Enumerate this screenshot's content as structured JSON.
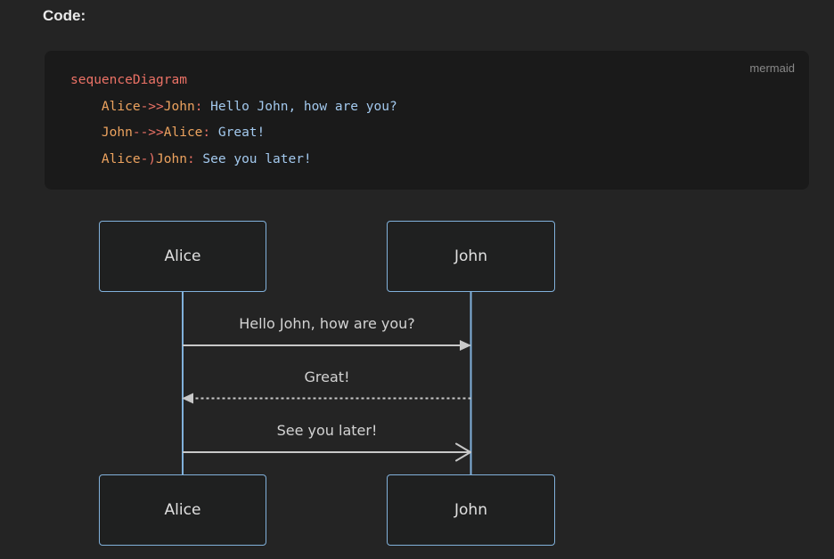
{
  "heading": "Code:",
  "code_block": {
    "language_label": "mermaid",
    "lines": [
      {
        "tokens": [
          {
            "text": "sequenceDiagram",
            "kind": "keyword"
          }
        ]
      },
      {
        "tokens": [
          {
            "text": "    ",
            "kind": "plain"
          },
          {
            "text": "Alice",
            "kind": "actor"
          },
          {
            "text": "->>",
            "kind": "operator"
          },
          {
            "text": "John",
            "kind": "actor"
          },
          {
            "text": ":",
            "kind": "operator"
          },
          {
            "text": " Hello John, how are you?",
            "kind": "message"
          }
        ]
      },
      {
        "tokens": [
          {
            "text": "    ",
            "kind": "plain"
          },
          {
            "text": "John",
            "kind": "actor"
          },
          {
            "text": "-->>",
            "kind": "operator"
          },
          {
            "text": "Alice",
            "kind": "actor"
          },
          {
            "text": ":",
            "kind": "operator"
          },
          {
            "text": " Great!",
            "kind": "message"
          }
        ]
      },
      {
        "tokens": [
          {
            "text": "    ",
            "kind": "plain"
          },
          {
            "text": "Alice",
            "kind": "actor"
          },
          {
            "text": "-)",
            "kind": "operator"
          },
          {
            "text": "John",
            "kind": "actor"
          },
          {
            "text": ":",
            "kind": "operator"
          },
          {
            "text": " See you later!",
            "kind": "message"
          }
        ]
      }
    ]
  },
  "diagram": {
    "type": "sequence",
    "actors": [
      "Alice",
      "John"
    ],
    "messages": [
      {
        "from": "Alice",
        "to": "John",
        "text": "Hello John, how are you?",
        "line": "solid",
        "arrow": "filled"
      },
      {
        "from": "John",
        "to": "Alice",
        "text": "Great!",
        "line": "dashed",
        "arrow": "filled"
      },
      {
        "from": "Alice",
        "to": "John",
        "text": "See you later!",
        "line": "solid",
        "arrow": "open"
      }
    ]
  },
  "colors": {
    "page_bg": "#242424",
    "code_bg": "#1a1a1a",
    "code_keyword": "#ec7266",
    "code_actor": "#eda35f",
    "code_message": "#a3c9ee",
    "lang_label": "#888888",
    "actor_border": "#81b1db",
    "actor_fill": "#1f2020",
    "signal_line": "#c8c8c8",
    "diagram_text": "#d3d3d3"
  }
}
